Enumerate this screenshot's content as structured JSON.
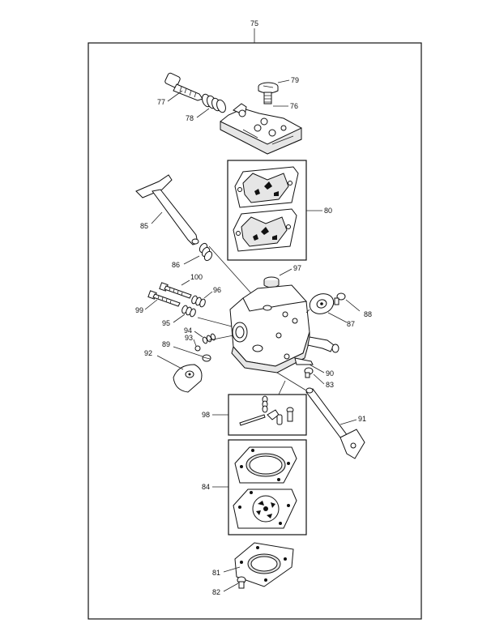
{
  "diagram": {
    "labels": {
      "p75": "75",
      "p77": "77",
      "p78": "78",
      "p79": "79",
      "p76": "76",
      "p80": "80",
      "p85": "85",
      "p86": "86",
      "p97": "97",
      "p100": "100",
      "p96": "96",
      "p99": "99",
      "p95": "95",
      "p88": "88",
      "p87": "87",
      "p94": "94",
      "p93": "93",
      "p89": "89",
      "p92": "92",
      "p90": "90",
      "p83": "83",
      "p98": "98",
      "p91": "91",
      "p84": "84",
      "p81": "81",
      "p82": "82"
    }
  }
}
